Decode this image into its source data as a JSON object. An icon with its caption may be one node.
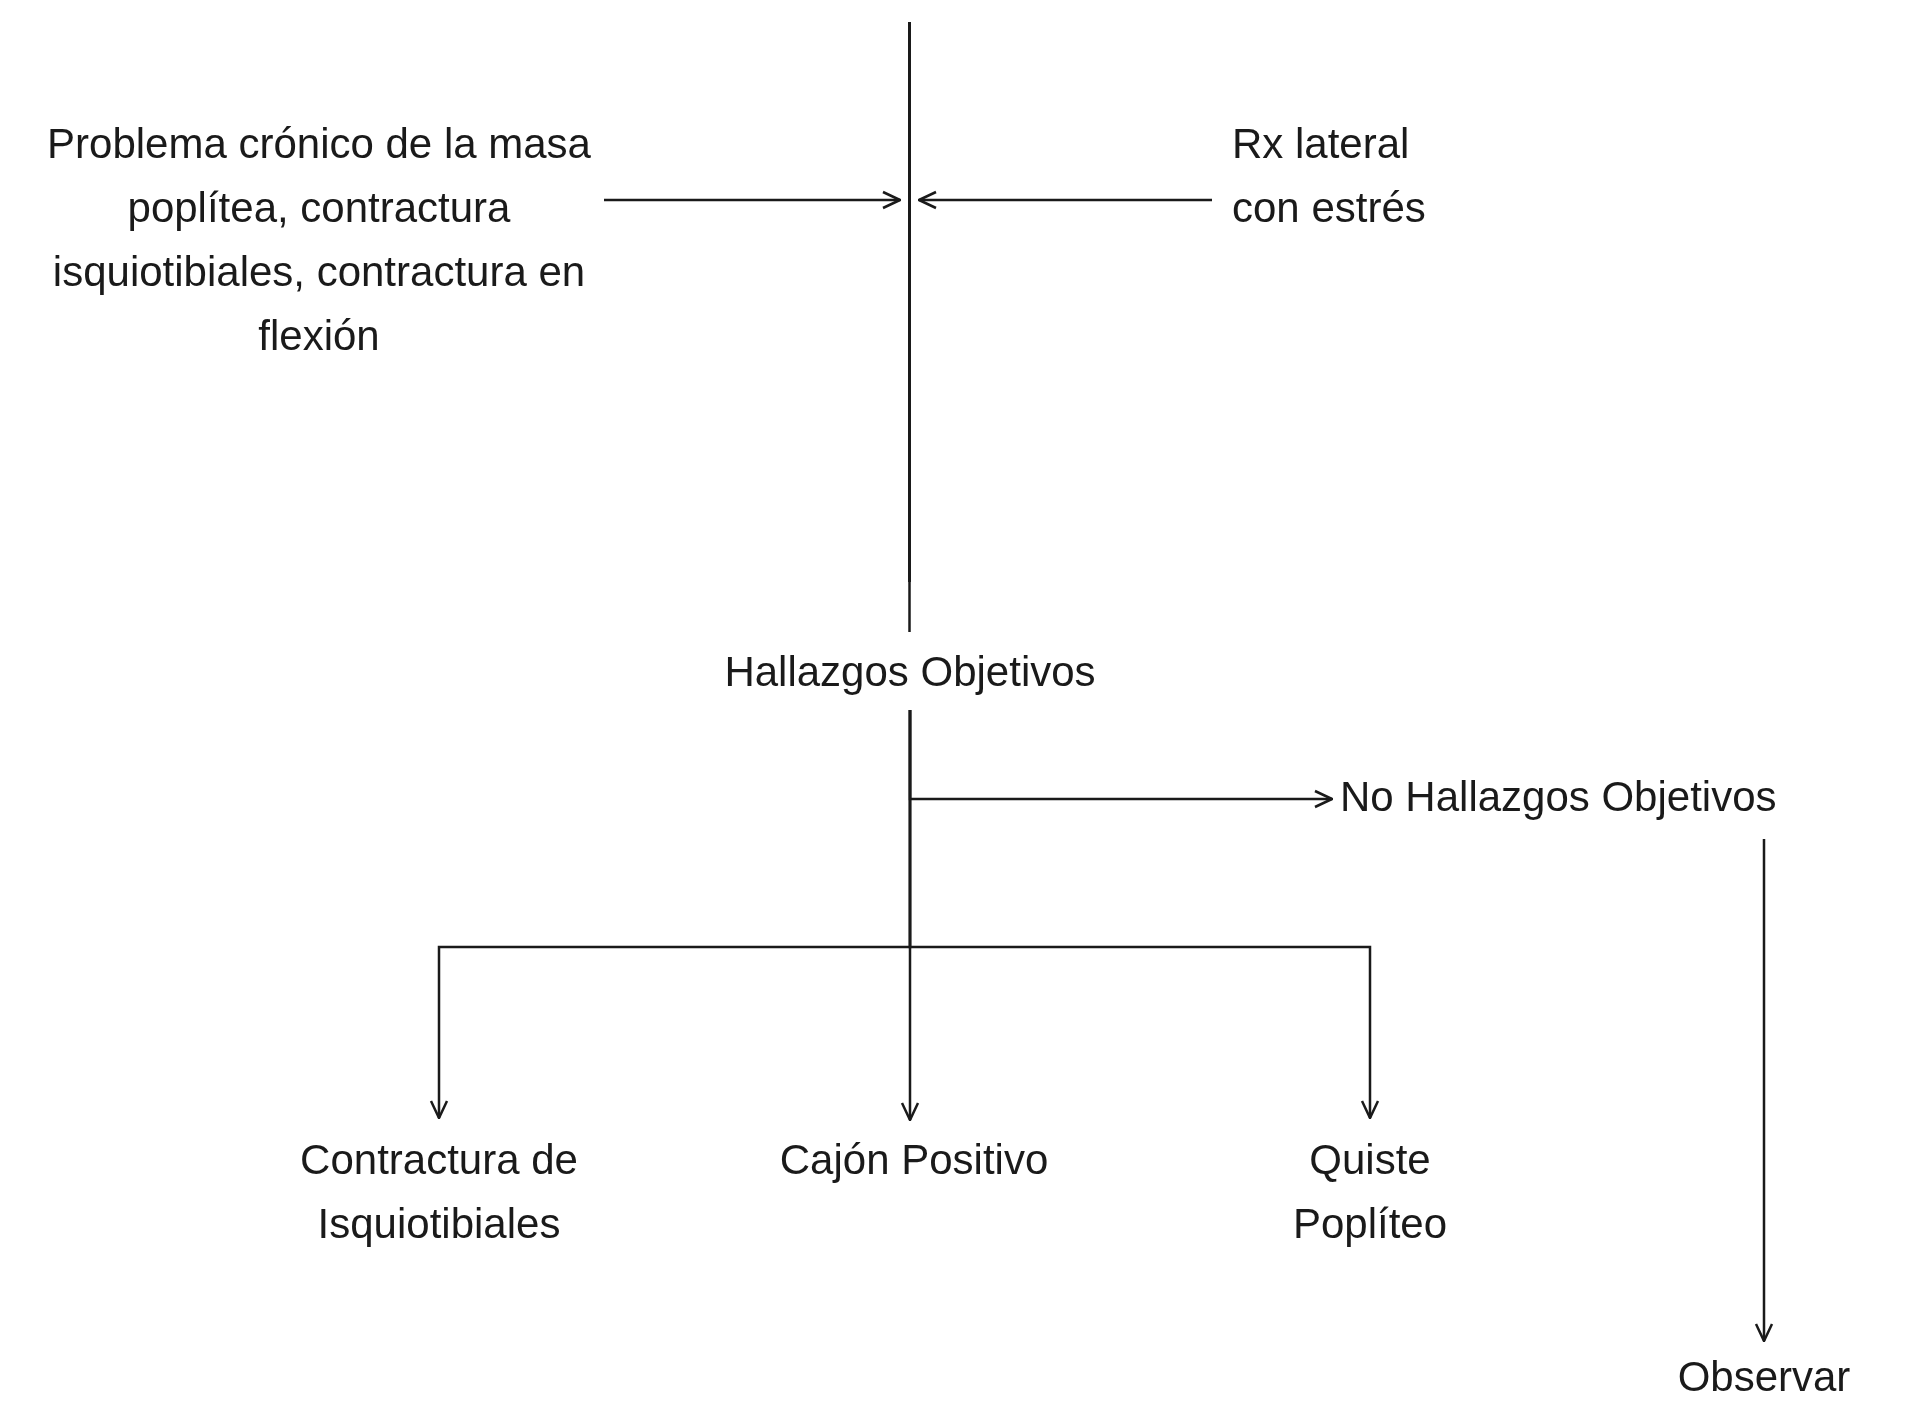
{
  "diagram": {
    "nodes": [
      {
        "text": [
          "Problema crónico de la masa poplítea, contractura isquiotibiales, contractura en flexión"
        ]
      },
      {
        "text": [
          "Rx lateral con estrés"
        ]
      },
      {
        "text": [],
        "shape": "bar"
      },
      {
        "text": [
          "Hallazgos Objetivos"
        ]
      },
      {
        "text": [
          "No Hallazgos Objetivos"
        ]
      },
      {
        "text": [
          "Contractura de Isquiotibiales"
        ]
      },
      {
        "text": [
          "Cajón Positivo"
        ]
      },
      {
        "text": [
          "Quiste Poplíteo"
        ]
      },
      {
        "text": [
          "Observar"
        ]
      }
    ],
    "edges": [
      {
        "from": 0,
        "to": 2,
        "arrow": "to"
      },
      {
        "from": 1,
        "to": 2,
        "arrow": "to"
      },
      {
        "from": 2,
        "to": 3,
        "arrow": "none"
      },
      {
        "from": 3,
        "to": 4,
        "arrow": "to"
      },
      {
        "from": 3,
        "to": 5,
        "arrow": "to"
      },
      {
        "from": 3,
        "to": 6,
        "arrow": "to"
      },
      {
        "from": 3,
        "to": 7,
        "arrow": "to"
      },
      {
        "from": 4,
        "to": 8,
        "arrow": "to"
      }
    ]
  }
}
